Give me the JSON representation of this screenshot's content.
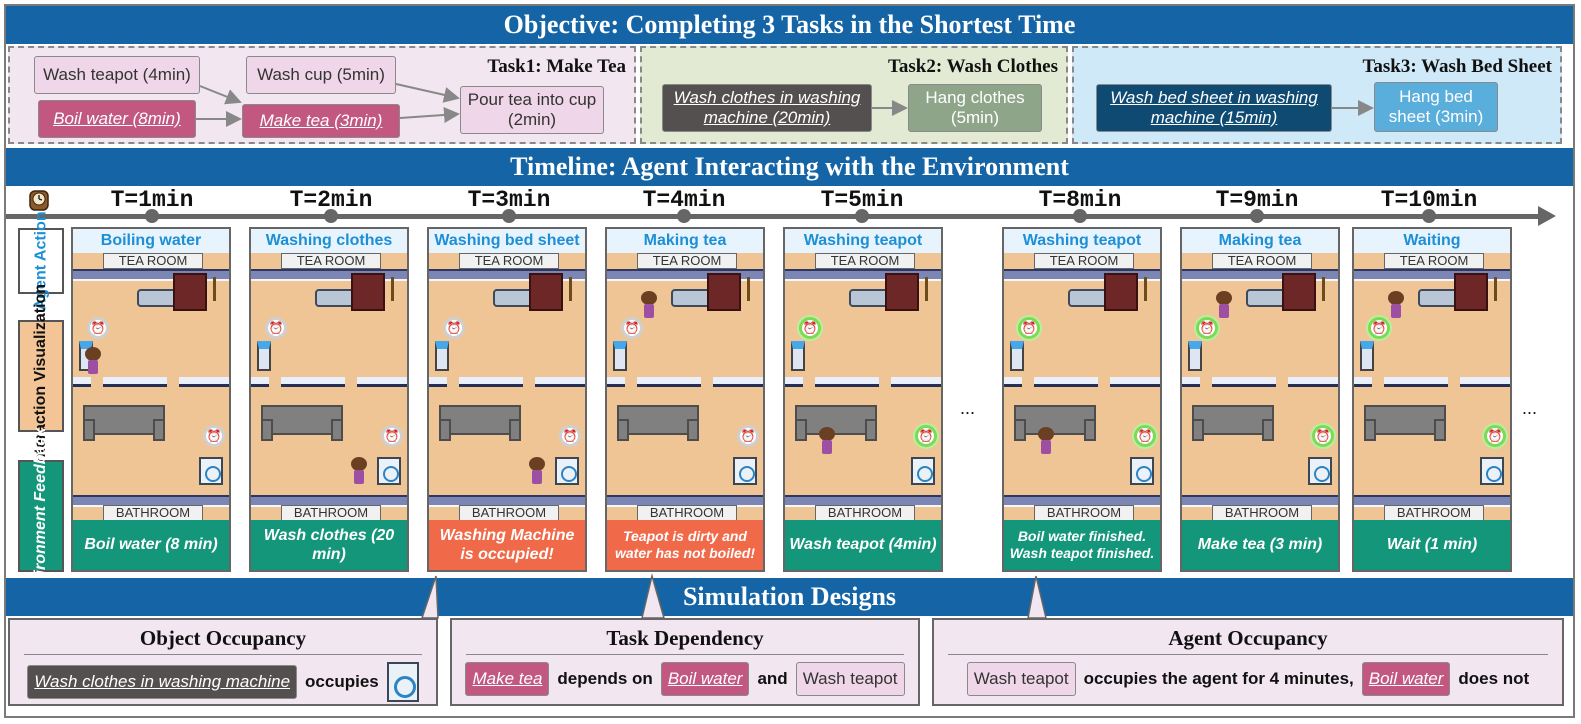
{
  "headers": {
    "objective": "Objective: Completing 3 Tasks in the Shortest Time",
    "timeline": "Timeline: Agent Interacting with the Environment",
    "simulation": "Simulation Designs"
  },
  "tasks": {
    "t1": {
      "title": "Task1: Make  Tea",
      "wash_teapot": "Wash teapot (4min)",
      "wash_cup": "Wash cup (5min)",
      "boil_water": "Boil water (8min)",
      "make_tea": "Make tea (3min)",
      "pour_tea": "Pour tea into cup (2min)"
    },
    "t2": {
      "title": "Task2: Wash Clothes",
      "wash_clothes": "Wash clothes in washing machine (20min)",
      "hang_clothes": "Hang clothes (5min)"
    },
    "t3": {
      "title": "Task3: Wash Bed Sheet",
      "wash_sheet": "Wash bed sheet in washing machine (15min)",
      "hang_sheet": "Hang bed sheet (3min)"
    }
  },
  "side_labels": {
    "action": "Agent Action",
    "viz": "Interaction Visualization",
    "feedback": "Environment Feedback"
  },
  "room_labels": {
    "top": "TEA ROOM",
    "bottom": "BATHROOM"
  },
  "ticks": [
    "T=1min",
    "T=2min",
    "T=3min",
    "T=4min",
    "T=5min",
    "T=8min",
    "T=9min",
    "T=10min"
  ],
  "frames": [
    {
      "action": "Boiling water",
      "feedback": "Boil water (8 min)",
      "status": "ok"
    },
    {
      "action": "Washing clothes",
      "feedback": "Wash clothes (20 min)",
      "status": "ok"
    },
    {
      "action": "Washing bed sheet",
      "feedback": "Washing Machine is occupied!",
      "status": "error"
    },
    {
      "action": "Making tea",
      "feedback": "Teapot is dirty and water has not boiled!",
      "status": "error"
    },
    {
      "action": "Washing teapot",
      "feedback": "Wash teapot (4min)",
      "status": "ok"
    },
    {
      "action": "Washing teapot",
      "feedback": "Boil water finished. Wash teapot finished.",
      "status": "ok"
    },
    {
      "action": "Making tea",
      "feedback": "Make tea (3 min)",
      "status": "ok"
    },
    {
      "action": "Waiting",
      "feedback": "Wait (1 min)",
      "status": "ok"
    }
  ],
  "ellipsis": "...",
  "designs": {
    "object_occupancy": {
      "title": "Object Occupancy",
      "chip": "Wash clothes in washing machine",
      "text": "occupies"
    },
    "task_dependency": {
      "title": "Task Dependency",
      "chip1": "Make tea",
      "text1": "depends on",
      "chip2": "Boil water",
      "text2": "and",
      "chip3": "Wash teapot"
    },
    "agent_occupancy": {
      "title": "Agent Occupancy",
      "chip1": "Wash teapot",
      "text1": "occupies the agent for 4 minutes,",
      "chip2": "Boil water",
      "text2": "does not"
    }
  },
  "colors": {
    "band": "#1565a6",
    "feedback_ok": "#14967a",
    "feedback_error": "#f06a4a",
    "action_text": "#1d8fd6"
  },
  "icons": [
    "clock-icon",
    "timer-icon",
    "washing-machine-icon",
    "water-cooler-icon",
    "agent-icon",
    "sofa-icon"
  ]
}
